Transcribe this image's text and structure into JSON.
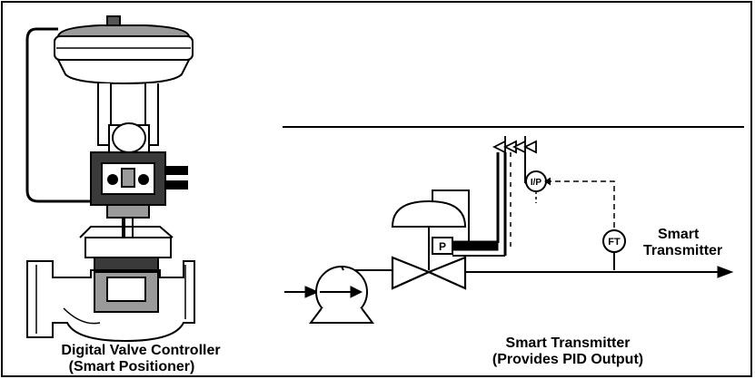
{
  "labels": {
    "dvc_line1": "Digital Valve Controller",
    "dvc_line2": "(Smart Positioner)",
    "transmitter_right_line1": "Smart",
    "transmitter_right_line2": "Transmitter",
    "transmitter_bottom_line1": "Smart Transmitter",
    "transmitter_bottom_line2": "(Provides PID Output)"
  },
  "tags": {
    "ip": "I/P",
    "ft": "FT",
    "positioner": "P"
  },
  "colors": {
    "line": "#000000",
    "device_gray": "#9a9a9a",
    "device_dark": "#3a3a3a",
    "background": "#ffffff"
  }
}
